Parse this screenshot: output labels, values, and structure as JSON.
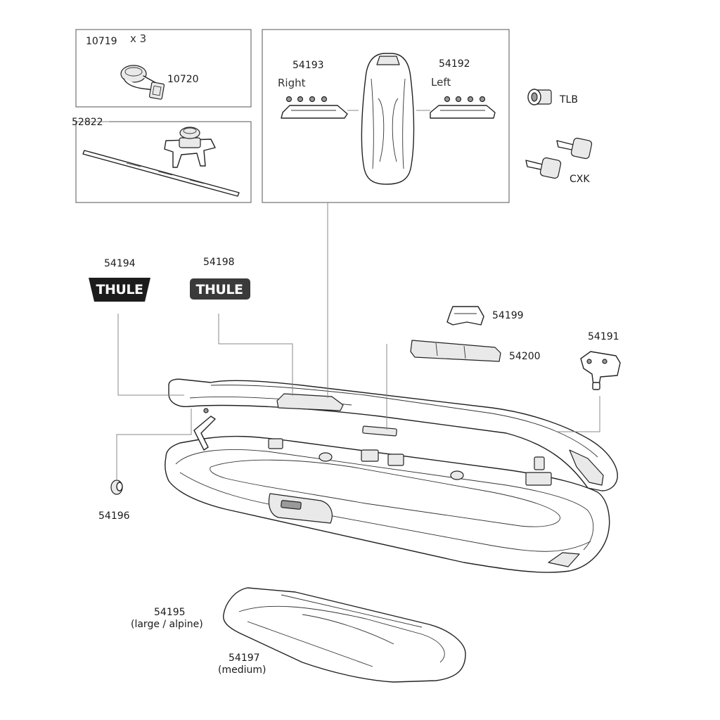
{
  "labels": {
    "p10719": "10719",
    "qty10719": "x 3",
    "p10720": "10720",
    "p52822": "52822",
    "p54193": "54193",
    "p54193_side": "Right",
    "p54192": "54192",
    "p54192_side": "Left",
    "tlb": "TLB",
    "cxk": "CXK",
    "p54194": "54194",
    "p54198": "54198",
    "p54199": "54199",
    "p54200": "54200",
    "p54191": "54191",
    "p54196": "54196",
    "p54195": "54195",
    "p54195_note": "(large / alpine)",
    "p54197": "54197",
    "p54197_note": "(medium)"
  },
  "logos": {
    "logo54194": "THULE",
    "logo54198": "THULE"
  },
  "colors": {
    "logo_dark": "#1c1c1c",
    "logo_gray": "#3a3a3a"
  }
}
